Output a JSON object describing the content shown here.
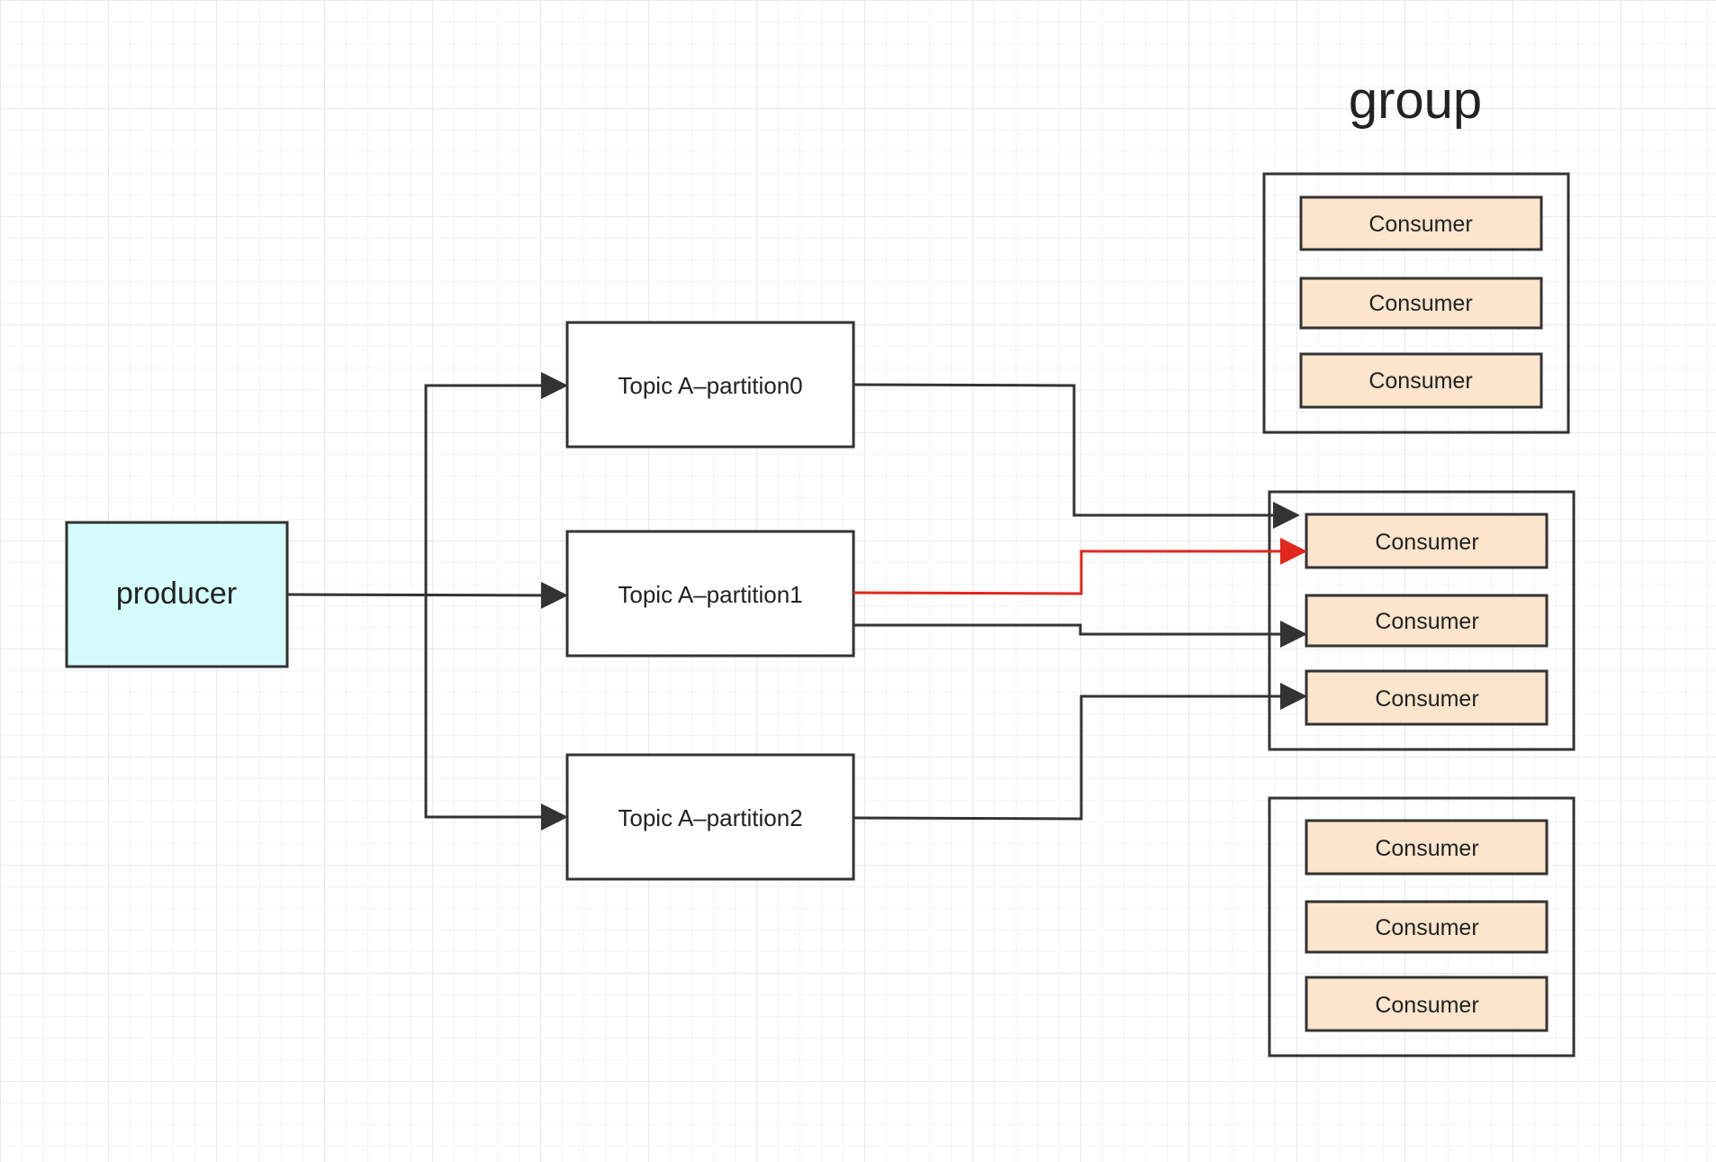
{
  "diagram": {
    "group_title": "group",
    "producer": {
      "label": "producer",
      "fill": "#d4fcfd"
    },
    "partitions": [
      {
        "label": "Topic A–partition0"
      },
      {
        "label": "Topic A–partition1"
      },
      {
        "label": "Topic A–partition2"
      }
    ],
    "consumer_groups": [
      {
        "consumers": [
          "Consumer",
          "Consumer",
          "Consumer"
        ]
      },
      {
        "consumers": [
          "Consumer",
          "Consumer",
          "Consumer"
        ]
      },
      {
        "consumers": [
          "Consumer",
          "Consumer",
          "Consumer"
        ]
      }
    ],
    "consumer_fill": "#fbe5cc",
    "edge_color": "#333333",
    "highlight_edge_color": "#e0281e"
  }
}
